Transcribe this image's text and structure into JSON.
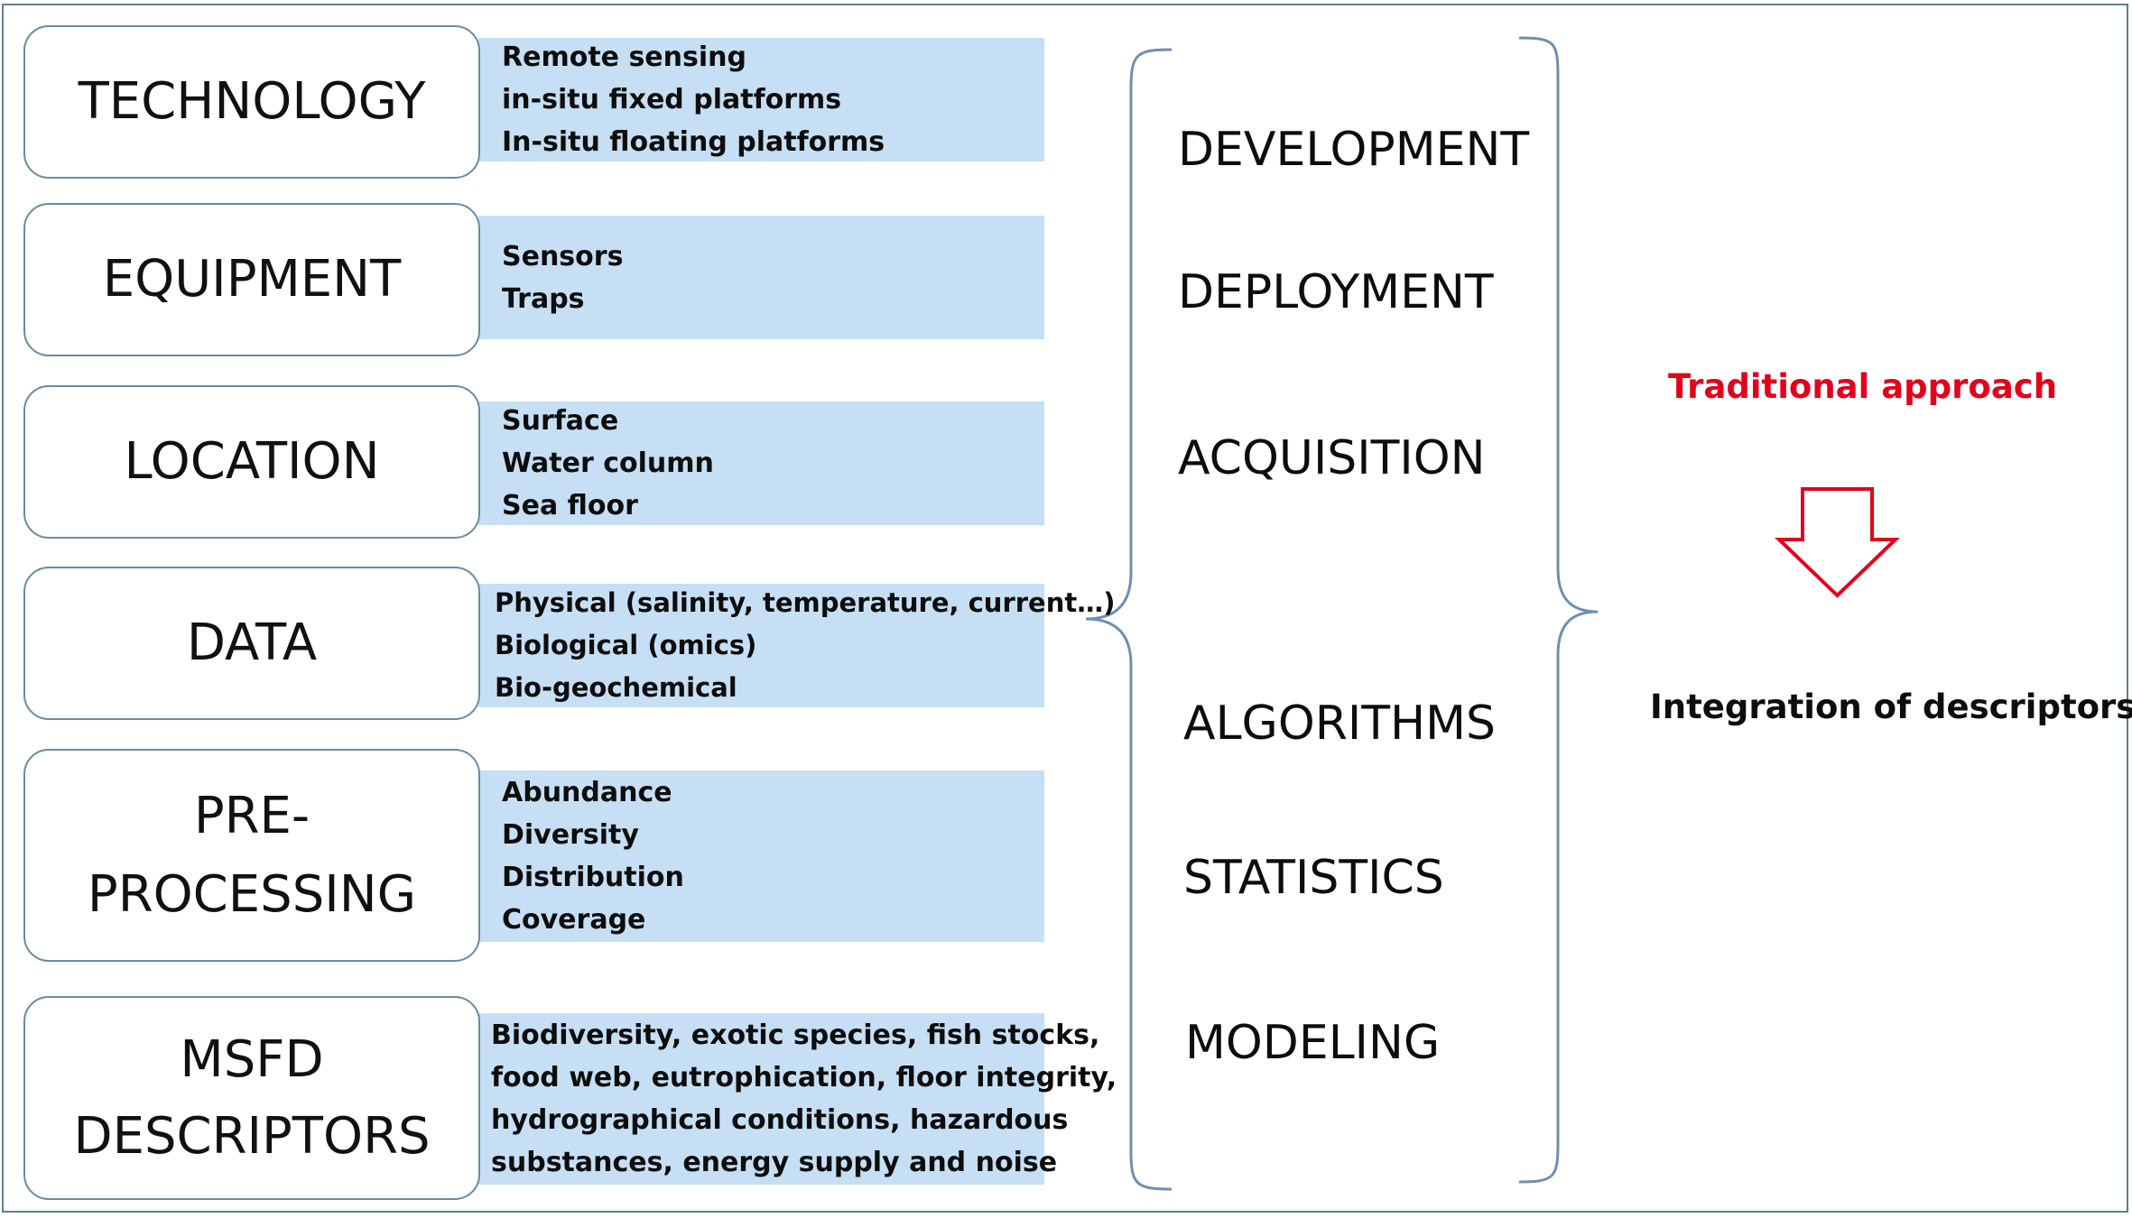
{
  "categories": [
    {
      "id": "technology",
      "label": "TECHNOLOGY",
      "details": [
        "Remote sensing",
        "in-situ fixed platforms",
        "In-situ floating platforms"
      ]
    },
    {
      "id": "equipment",
      "label": "EQUIPMENT",
      "details": [
        "Sensors",
        "Traps"
      ]
    },
    {
      "id": "location",
      "label": "LOCATION",
      "details": [
        "Surface",
        "Water column",
        "Sea floor"
      ]
    },
    {
      "id": "data",
      "label": "DATA",
      "details": [
        "Physical (salinity, temperature, current…)",
        "Biological (omics)",
        "Bio-geochemical"
      ]
    },
    {
      "id": "pre-processing",
      "label_lines": [
        "PRE-",
        "PROCESSING"
      ],
      "details": [
        "Abundance",
        "Diversity",
        "Distribution",
        "Coverage"
      ]
    },
    {
      "id": "msfd-descriptors",
      "label_lines": [
        "MSFD",
        "DESCRIPTORS"
      ],
      "details": [
        "Biodiversity, exotic species, fish stocks,",
        "food web, eutrophication, floor integrity,",
        "hydrographical conditions, hazardous",
        "substances, energy supply and noise"
      ]
    }
  ],
  "stages": [
    "DEVELOPMENT",
    "DEPLOYMENT",
    "ACQUISITION",
    "ALGORITHMS",
    "STATISTICS",
    "MODELING"
  ],
  "right": {
    "traditional_label": "Traditional approach",
    "integration_label": "Integration of descriptors"
  },
  "colors": {
    "detail_fill": "#c6dff4",
    "box_border": "#6a8aa0",
    "bracket": "#6f8fb0",
    "accent_red": "#e3001b"
  }
}
